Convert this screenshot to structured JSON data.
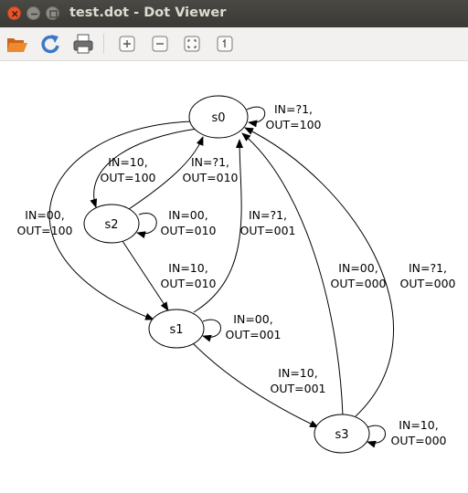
{
  "window": {
    "title": "test.dot - Dot Viewer"
  },
  "toolbar": {
    "buttons": [
      {
        "name": "open",
        "icon": "folder-open-icon"
      },
      {
        "name": "reload",
        "icon": "refresh-icon"
      },
      {
        "name": "print",
        "icon": "printer-icon"
      },
      {
        "name": "zoom-in",
        "icon": "zoom-in-icon"
      },
      {
        "name": "zoom-out",
        "icon": "zoom-out-icon"
      },
      {
        "name": "zoom-fit",
        "icon": "zoom-fit-icon"
      },
      {
        "name": "zoom-100",
        "icon": "zoom-100-icon"
      }
    ]
  },
  "graph": {
    "nodes": [
      {
        "id": "s0",
        "label": "s0"
      },
      {
        "id": "s2",
        "label": "s2"
      },
      {
        "id": "s1",
        "label": "s1"
      },
      {
        "id": "s3",
        "label": "s3"
      }
    ],
    "edges": [
      {
        "from": "s0",
        "to": "s0",
        "label": [
          "IN=?1,",
          "OUT=100"
        ]
      },
      {
        "from": "s0",
        "to": "s2",
        "label": [
          "IN=10,",
          "OUT=100"
        ]
      },
      {
        "from": "s2",
        "to": "s0",
        "label": [
          "IN=?1,",
          "OUT=010"
        ]
      },
      {
        "from": "s0",
        "to": "s1",
        "label": [
          "IN=00,",
          "OUT=100"
        ]
      },
      {
        "from": "s2",
        "to": "s2",
        "label": [
          "IN=00,",
          "OUT=010"
        ]
      },
      {
        "from": "s1",
        "to": "s0",
        "label": [
          "IN=?1,",
          "OUT=001"
        ]
      },
      {
        "from": "s2",
        "to": "s1",
        "label": [
          "IN=10,",
          "OUT=010"
        ]
      },
      {
        "from": "s1",
        "to": "s1",
        "label": [
          "IN=00,",
          "OUT=001"
        ]
      },
      {
        "from": "s3",
        "to": "s0",
        "label": [
          "IN=00,",
          "OUT=000"
        ]
      },
      {
        "from": "s3",
        "to": "s0",
        "label": [
          "IN=?1,",
          "OUT=000"
        ]
      },
      {
        "from": "s1",
        "to": "s3",
        "label": [
          "IN=10,",
          "OUT=001"
        ]
      },
      {
        "from": "s3",
        "to": "s3",
        "label": [
          "IN=10,",
          "OUT=000"
        ]
      }
    ]
  }
}
